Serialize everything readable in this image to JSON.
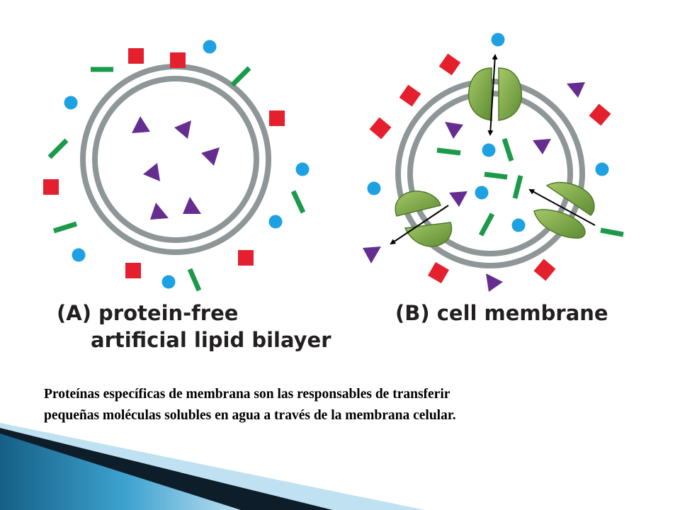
{
  "panel_a": {
    "label_line1": "(A) protein-free",
    "label_line2": "artificial lipid bilayer"
  },
  "panel_b": {
    "label": "(B) cell membrane"
  },
  "caption": {
    "line1": "Proteínas específicas de membrana son las responsables de transferir",
    "line2": "pequeñas moléculas solubles en agua a través de la membrana celular."
  },
  "colors": {
    "membrane": "#8f9698",
    "square": "#e5202e",
    "circle": "#1ea1e2",
    "bar": "#1b9a4b",
    "triangle": "#662d91",
    "protein": "#7bab45",
    "arrow": "#000000",
    "decor_blue": "#2a8fc0",
    "decor_dark": "#0d1e2a"
  }
}
